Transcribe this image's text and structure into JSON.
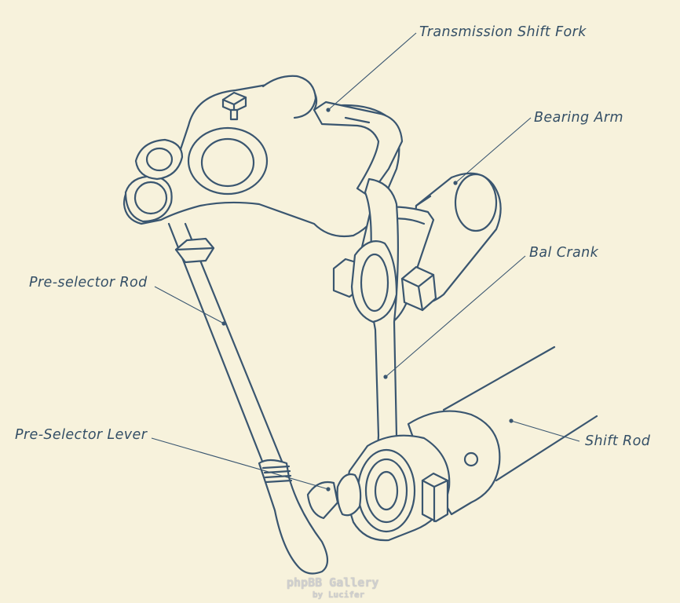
{
  "labels": {
    "transmission_shift_fork": "Transmission Shift Fork",
    "bearing_arm": "Bearing Arm",
    "bal_crank": "Bal Crank",
    "pre_selector_rod": "Pre-selector Rod",
    "pre_selector_lever": "Pre-Selector Lever",
    "shift_rod": "Shift Rod"
  },
  "watermark": {
    "line1": "phpBB Gallery",
    "line2": "by Lucifer"
  },
  "colors": {
    "background": "#f7f2dc",
    "ink": "#3a5670"
  }
}
